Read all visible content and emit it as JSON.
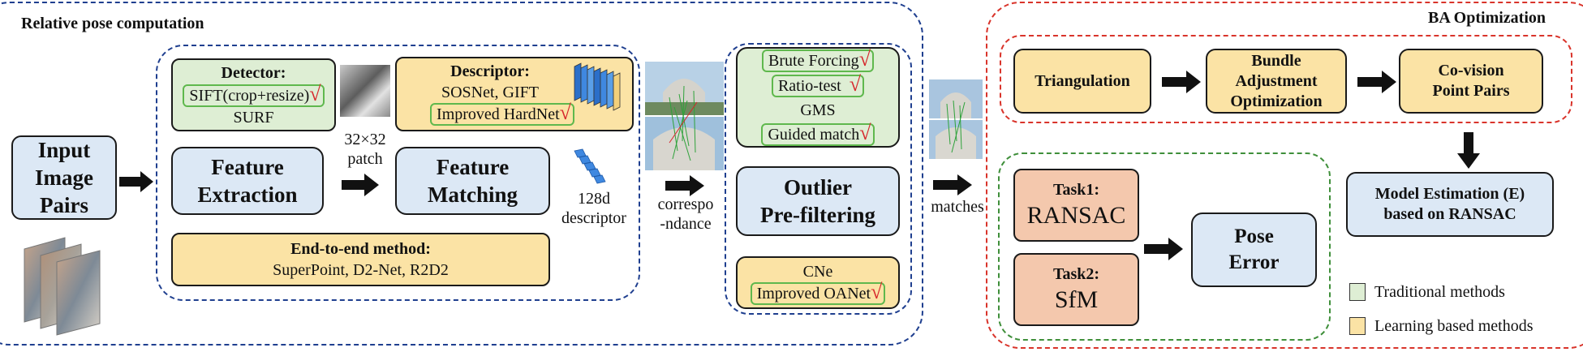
{
  "relative": {
    "title": "Relative pose computation",
    "input": {
      "line1": "Input",
      "line2": "Image",
      "line3": "Pairs"
    },
    "detector": {
      "title": "Detector:",
      "item1": "SIFT(crop+resize)",
      "item2": "SURF"
    },
    "patch": {
      "line1": "32×32",
      "line2": "patch"
    },
    "descriptor": {
      "title": "Descriptor:",
      "item1": "SOSNet, GIFT",
      "item2": "Improved HardNet"
    },
    "feature_extraction": {
      "line1": "Feature",
      "line2": "Extraction"
    },
    "feature_matching": {
      "line1": "Feature",
      "line2": "Matching"
    },
    "desc128": {
      "line1": "128d",
      "line2": "descriptor"
    },
    "end_to_end": {
      "title": "End-to-end method:",
      "items": "SuperPoint, D2-Net, R2D2"
    },
    "correspondance": {
      "line1": "correspo",
      "line2": "-ndance"
    },
    "matching_methods": {
      "item1": "Brute Forcing",
      "item2": "Ratio-test",
      "item3": "GMS",
      "item4": "Guided match"
    },
    "outlier": {
      "line1": "Outlier",
      "line2": "Pre-filtering"
    },
    "learned_filter": {
      "item1": "CNe",
      "item2": "Improved OANet"
    },
    "check_mark": "√"
  },
  "matches_label": "matches",
  "ba": {
    "title": "BA Optimization",
    "triangulation": "Triangulation",
    "bundle": {
      "line1": "Bundle",
      "line2": "Adjustment",
      "line3": "Optimization"
    },
    "covision": {
      "line1": "Co-vision",
      "line2": "Point Pairs"
    }
  },
  "model_estimation": {
    "line1": "Model Estimation (E)",
    "line2": "based on RANSAC"
  },
  "task1": {
    "title": "Task1:",
    "name": "RANSAC"
  },
  "task2": {
    "title": "Task2:",
    "name": "SfM"
  },
  "pose_error": {
    "line1": "Pose",
    "line2": "Error"
  },
  "legend": {
    "traditional": "Traditional methods",
    "learning": "Learning based methods"
  },
  "colors": {
    "blue_box": "#dce8f5",
    "green_box": "#deeed4",
    "yellow_box": "#fbe3a5",
    "salmon_box": "#f4c8ad",
    "region_blue": "#1f3f8f",
    "region_red": "#d9342b",
    "region_green": "#3f8f3a",
    "highlight": "#5fb84d",
    "check": "#d6262b"
  }
}
